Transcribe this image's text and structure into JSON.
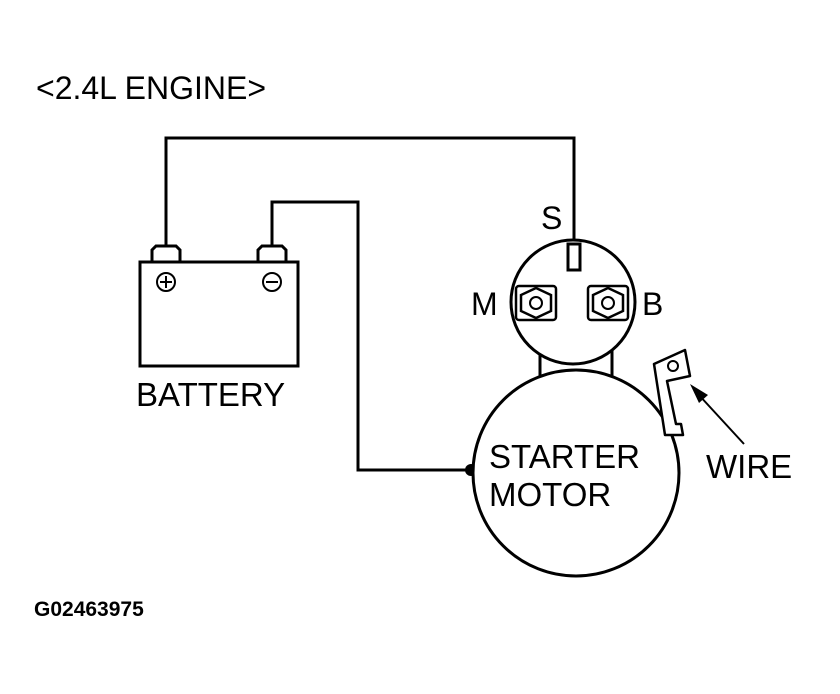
{
  "title": "<2.4L ENGINE>",
  "figure_code": "G02463975",
  "battery": {
    "label": "BATTERY",
    "positive_symbol": "⊕",
    "negative_symbol": "⊖"
  },
  "starter": {
    "label_line1": "STARTER",
    "label_line2": "MOTOR",
    "terminal_s": "S",
    "terminal_m": "M",
    "terminal_b": "B"
  },
  "wire_label": "WIRE"
}
